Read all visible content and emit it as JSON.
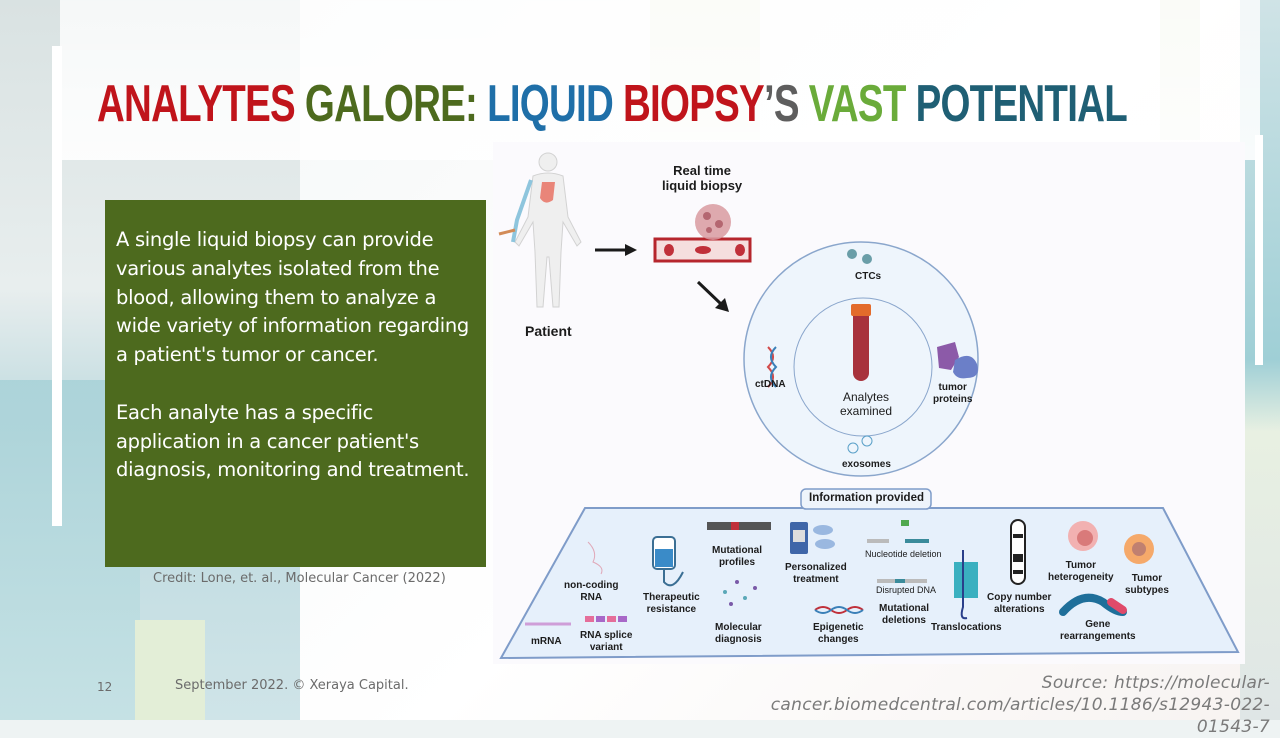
{
  "slide": {
    "title_parts": [
      {
        "text": "ANALYTES ",
        "color": "#c0141b"
      },
      {
        "text": "GALORE: ",
        "color": "#4d6a1e"
      },
      {
        "text": "LIQUID ",
        "color": "#1f6fa8"
      },
      {
        "text": "BIOPSY",
        "color": "#c0141b"
      },
      {
        "text": "’S ",
        "color": "#5e5e5e"
      },
      {
        "text": "VAST ",
        "color": "#6aab3a"
      },
      {
        "text": "POTENTIAL",
        "color": "#1f5f74"
      }
    ],
    "body": {
      "paragraph_1": "A single liquid biopsy can provide various analytes isolated from the blood, allowing them to analyze a wide variety of information regarding a patient's tumor or cancer.",
      "paragraph_2": "Each analyte has a specific application in a cancer patient's diagnosis, monitoring and treatment.",
      "box_color": "#4d6a1e"
    },
    "credit": "Credit: Lone, et. al., Molecular Cancer (2022)",
    "footer": {
      "page_number": "12",
      "copyright": "September 2022. © Xeraya Capital.",
      "source_line_1": "Source: https://molecular-",
      "source_line_2": "cancer.biomedcentral.com/articles/10.1186/s12943-022-01543-7"
    }
  },
  "figure": {
    "patient_label": "Patient",
    "biopsy_label_1": "Real time",
    "biopsy_label_2": "liquid biopsy",
    "center_label_1": "Analytes",
    "center_label_2": "examined",
    "analytes": {
      "ctcs": "CTCs",
      "ctdna": "ctDNA",
      "tumor_proteins_1": "tumor",
      "tumor_proteins_2": "proteins",
      "exosomes": "exosomes"
    },
    "info_header": "Information provided",
    "info_items": {
      "non_coding_rna_1": "non-coding",
      "non_coding_rna_2": "RNA",
      "mrna": "mRNA",
      "rna_splice_1": "RNA splice",
      "rna_splice_2": "variant",
      "therapeutic_1": "Therapeutic",
      "therapeutic_2": "resistance",
      "mutational_profiles_1": "Mutational",
      "mutational_profiles_2": "profiles",
      "molecular_diagnosis_1": "Molecular",
      "molecular_diagnosis_2": "diagnosis",
      "personalized_1": "Personalized",
      "personalized_2": "treatment",
      "epigenetic_1": "Epigenetic",
      "epigenetic_2": "changes",
      "nucleotide_deletion": "Nucleotide deletion",
      "disrupted_dna": "Disrupted DNA",
      "mutational_deletions_1": "Mutational",
      "mutational_deletions_2": "deletions",
      "translocations": "Translocations",
      "copy_number_1": "Copy number",
      "copy_number_2": "alterations",
      "tumor_heterogeneity_1": "Tumor",
      "tumor_heterogeneity_2": "heterogeneity",
      "gene_rearrangements_1": "Gene",
      "gene_rearrangements_2": "rearrangements",
      "tumor_subtypes_1": "Tumor",
      "tumor_subtypes_2": "subtypes"
    }
  }
}
